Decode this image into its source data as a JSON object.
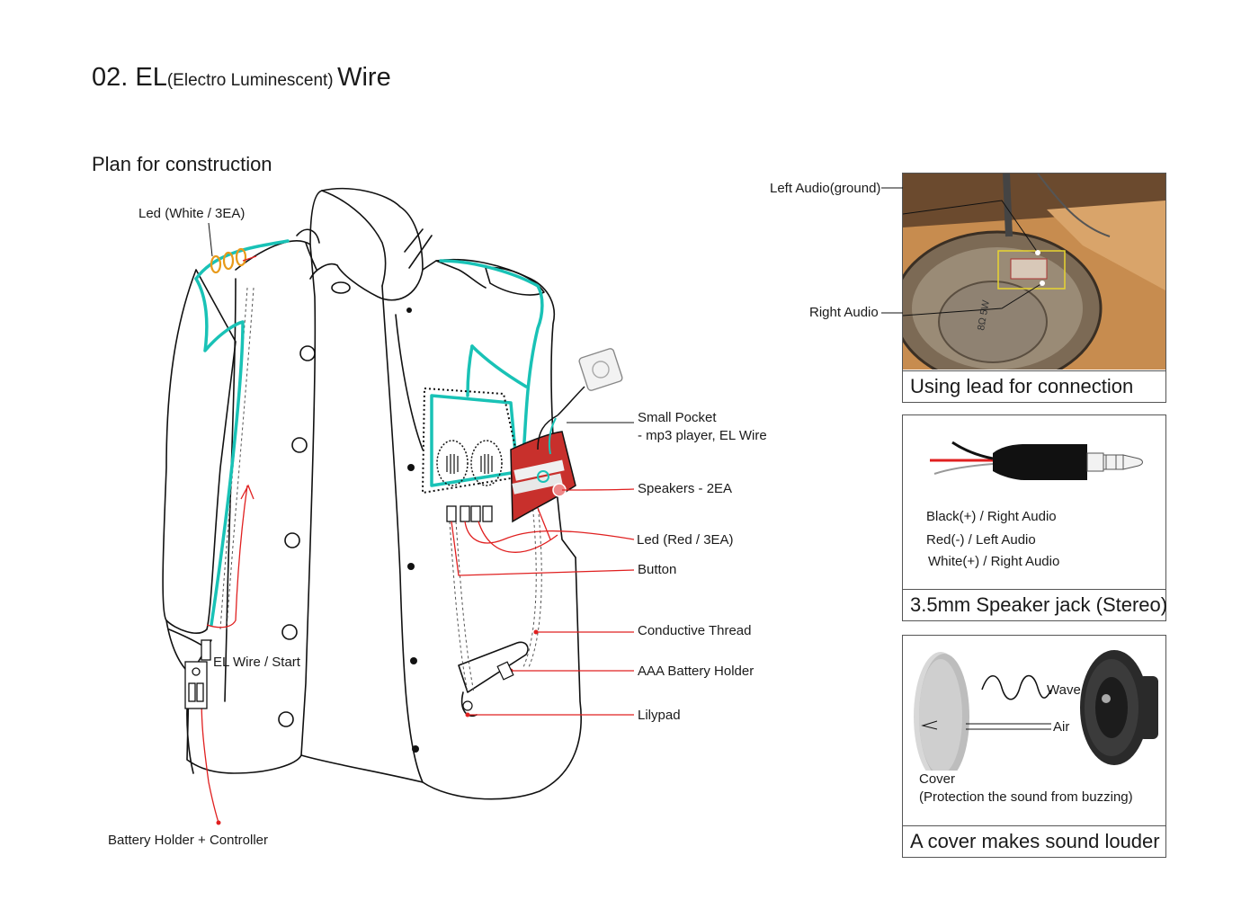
{
  "header": {
    "title_main_prefix": "02. EL",
    "title_small": "(Electro Luminescent)",
    "title_main_suffix": "Wire",
    "subtitle": "Plan for construction"
  },
  "jacket_labels": {
    "led_white": "Led (White / 3EA)",
    "small_pocket_line1": "Small Pocket",
    "small_pocket_line2": "- mp3 player, EL Wire",
    "speakers": "Speakers - 2EA",
    "led_red": "Led (Red / 3EA)",
    "button": "Button",
    "conductive_thread": "Conductive Thread",
    "aaa_battery": "AAA Battery Holder",
    "lilypad": "Lilypad",
    "el_wire_start": "EL Wire / Start",
    "battery_controller": "Battery Holder + Controller"
  },
  "panel_photo": {
    "left_audio": "Left Audio(ground)",
    "right_audio": "Right Audio",
    "speaker_print": "8Ω 5W",
    "caption": "Using lead for connection"
  },
  "panel_jack": {
    "line1": "Black(+) / Right Audio",
    "line2": "Red(-) / Left Audio",
    "line3": "White(+) / Right Audio",
    "caption": "3.5mm Speaker jack (Stereo)"
  },
  "panel_cover": {
    "wave": "Wave",
    "air": "Air",
    "cover_line1": "Cover",
    "cover_line2": "(Protection the sound from buzzing)",
    "caption": "A cover makes sound louder"
  },
  "colors": {
    "el_wire": "#19c2b6",
    "red_wire": "#e02020",
    "pocket_red": "#c8302c",
    "led_orange": "#e89a1a"
  }
}
